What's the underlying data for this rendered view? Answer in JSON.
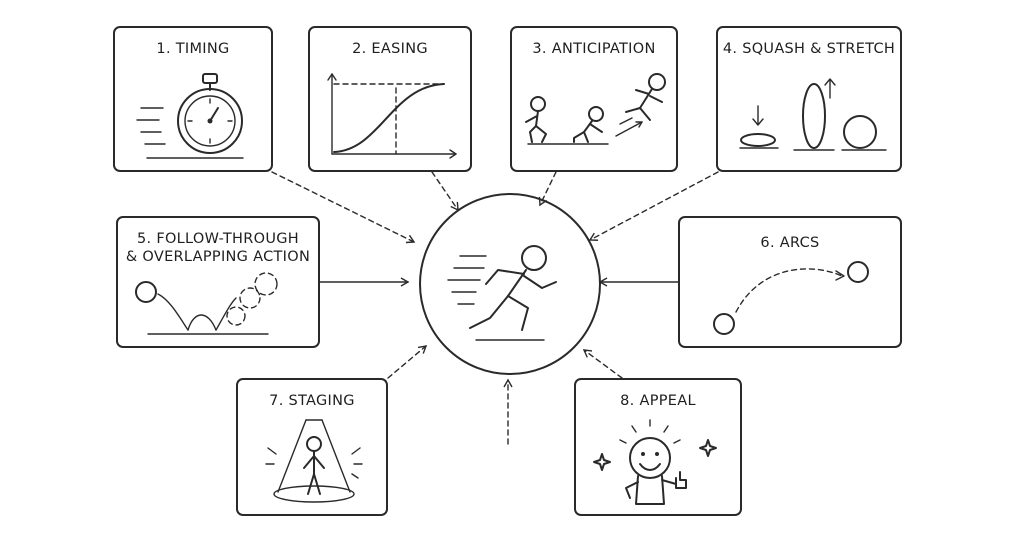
{
  "principles": [
    {
      "id": "timing",
      "title": "1. TIMING"
    },
    {
      "id": "easing",
      "title": "2. EASING"
    },
    {
      "id": "anticipation",
      "title": "3. ANTICIPATION"
    },
    {
      "id": "squash",
      "title": "4. SQUASH & STRETCH"
    },
    {
      "id": "follow",
      "title": "5. FOLLOW-THROUGH",
      "title2": "& OVERLAPPING ACTION"
    },
    {
      "id": "arcs",
      "title": "6. ARCS"
    },
    {
      "id": "staging",
      "title": "7. STAGING"
    },
    {
      "id": "appeal",
      "title": "8. APPEAL"
    }
  ],
  "center": {
    "icon": "running-figure-icon"
  },
  "colors": {
    "ink": "#2a2a2a",
    "background": "#ffffff"
  }
}
